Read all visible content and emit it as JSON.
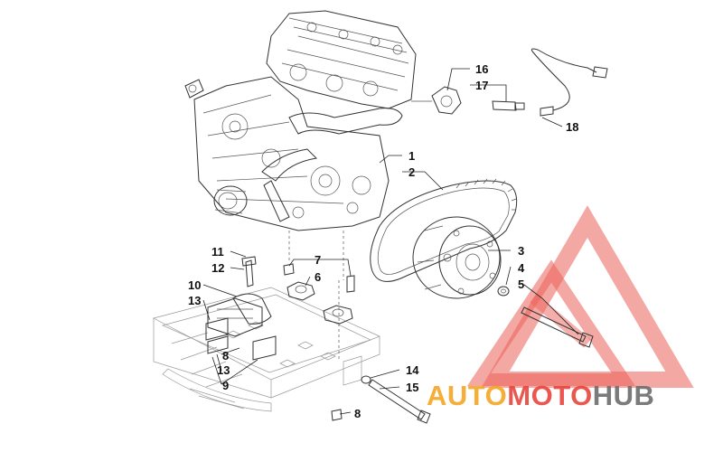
{
  "callouts": {
    "c1": "1",
    "c2": "2",
    "c3": "3",
    "c4": "4",
    "c5": "5",
    "c6": "6",
    "c7": "7",
    "c8a": "8",
    "c8b": "8",
    "c9": "9",
    "c10": "10",
    "c11": "11",
    "c12": "12",
    "c13a": "13",
    "c13b": "13",
    "c14": "14",
    "c15": "15",
    "c16": "16",
    "c17": "17",
    "c18": "18"
  },
  "watermark": {
    "text_part1": "AUTO",
    "text_part2": "MOTO",
    "text_part3": "HUB",
    "color_orange": "#f5a623",
    "color_red": "#e8453c",
    "color_grey": "#6d6d6d"
  }
}
